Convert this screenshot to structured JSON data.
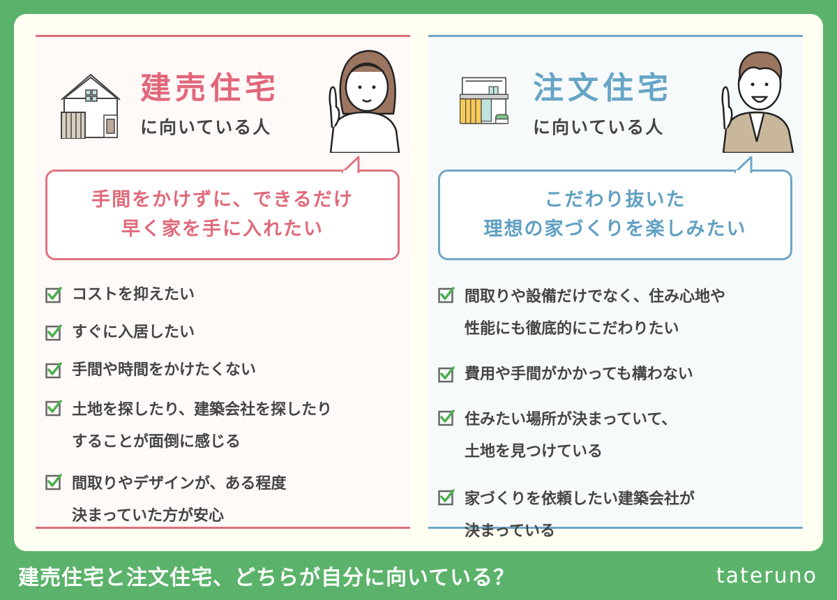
{
  "colors": {
    "background": "#5bb26a",
    "card": "#fffff2",
    "tateuri_accent": "#e1677a",
    "chumon_accent": "#66a5c6",
    "check_green": "#4caf50"
  },
  "panels": {
    "tateuri": {
      "icon": "house-icon",
      "title": "建売住宅",
      "subtitle": "に向いている人",
      "person": "woman-pointing-illustration",
      "bubble": {
        "line1": "手間をかけずに、できるだけ",
        "line2": "早く家を手に入れたい"
      },
      "items": [
        {
          "icon": "checkbox-checked-icon",
          "text": "コストを抑えたい"
        },
        {
          "icon": "checkbox-checked-icon",
          "text": "すぐに入居したい"
        },
        {
          "icon": "checkbox-checked-icon",
          "text": "手間や時間をかけたくない"
        },
        {
          "icon": "checkbox-checked-icon",
          "text": "土地を探したり、建築会社を探したり\nすることが面倒に感じる"
        },
        {
          "icon": "checkbox-checked-icon",
          "text": "間取りやデザインが、ある程度\n決まっていた方が安心"
        }
      ]
    },
    "chumon": {
      "icon": "modern-house-icon",
      "title": "注文住宅",
      "subtitle": "に向いている人",
      "person": "man-pointing-illustration",
      "bubble": {
        "line1": "こだわり抜いた",
        "line2": "理想の家づくりを楽しみたい"
      },
      "items": [
        {
          "icon": "checkbox-checked-icon",
          "text": "間取りや設備だけでなく、住み心地や\n性能にも徹底的にこだわりたい"
        },
        {
          "icon": "checkbox-checked-icon",
          "text": "費用や手間がかかっても構わない"
        },
        {
          "icon": "checkbox-checked-icon",
          "text": "住みたい場所が決まっていて、\n土地を見つけている"
        },
        {
          "icon": "checkbox-checked-icon",
          "text": "家づくりを依頼したい建築会社が\n決まっている"
        }
      ]
    }
  },
  "footer": {
    "title": "建売住宅と注文住宅、どちらが自分に向いている？",
    "brand": "tateruno"
  }
}
